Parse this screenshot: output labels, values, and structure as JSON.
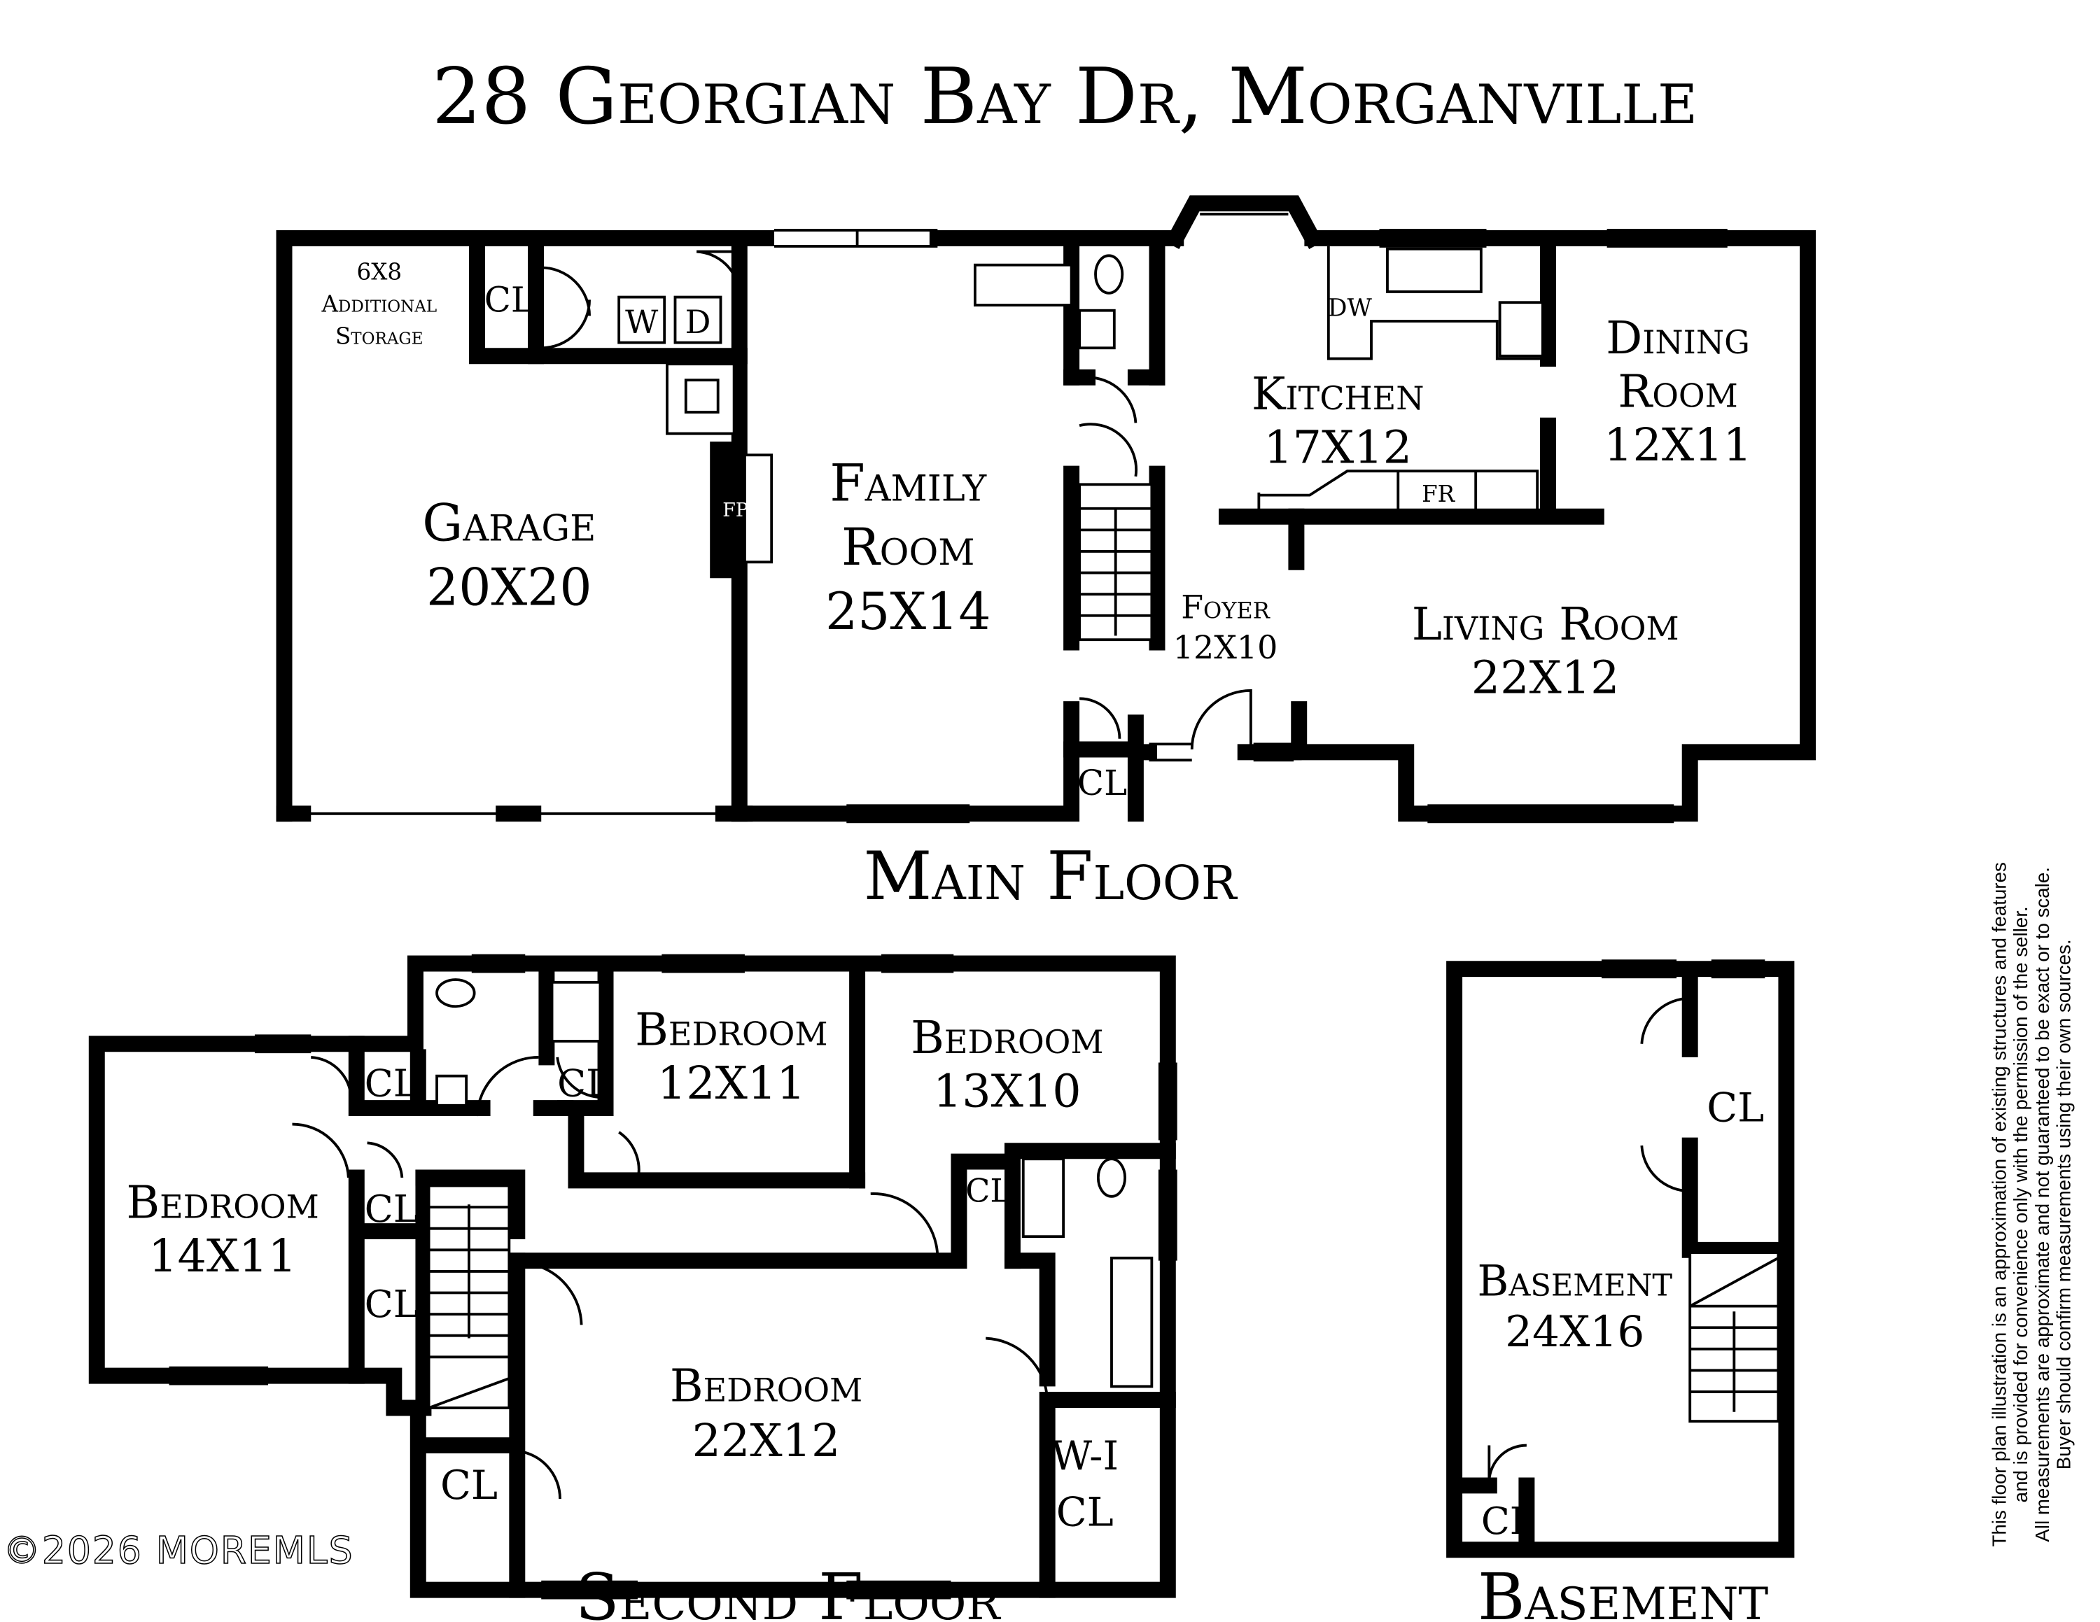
{
  "title": "28 Georgian Bay Dr, Morganville",
  "main_floor": {
    "label": "Main Floor",
    "rooms": {
      "storage": [
        "6X8",
        "Additional",
        "Storage"
      ],
      "storage_closet": "CL",
      "washer": "W",
      "dryer": "D",
      "garage": [
        "Garage",
        "20X20"
      ],
      "fireplace": "FP",
      "family_room": [
        "Family",
        "Room",
        "25X14"
      ],
      "foyer": [
        "Foyer",
        "12X10"
      ],
      "kitchen": [
        "Kitchen",
        "17X12"
      ],
      "dishwasher": "DW",
      "fridge": "FR",
      "dining_room": [
        "Dining",
        "Room",
        "12X11"
      ],
      "living_room": [
        "Living Room",
        "22X12"
      ],
      "foyer_closet": "CL"
    }
  },
  "second_floor": {
    "label": "Second Floor",
    "rooms": {
      "bedroom_left": [
        "Bedroom",
        "14X11"
      ],
      "bedroom_mid": [
        "Bedroom",
        "12X11"
      ],
      "bedroom_right": [
        "Bedroom",
        "13X10"
      ],
      "bedroom_master": [
        "Bedroom",
        "22X12"
      ],
      "closet_hall": "CL",
      "closet_bed12": "CL",
      "closet_left_1": "CL",
      "closet_left_2": "CL",
      "closet_bath": "CL",
      "closet_master": "CL",
      "walk_in_closet": [
        "W-I",
        "CL"
      ]
    }
  },
  "basement": {
    "label": "Basement",
    "rooms": {
      "basement": [
        "Basement",
        "24X16"
      ],
      "closet_upper": "CL",
      "closet_lower": "CL"
    }
  },
  "disclaimer": [
    "This floor plan illustration is an approximation of existing structures and features",
    "and is provided for convenience only with the permission of the seller.",
    "All measurements are approximate and not guaranteed to be exact or to scale.",
    "Buyer should confirm measurements using their own sources."
  ],
  "watermark": "©2026 MOREMLS"
}
